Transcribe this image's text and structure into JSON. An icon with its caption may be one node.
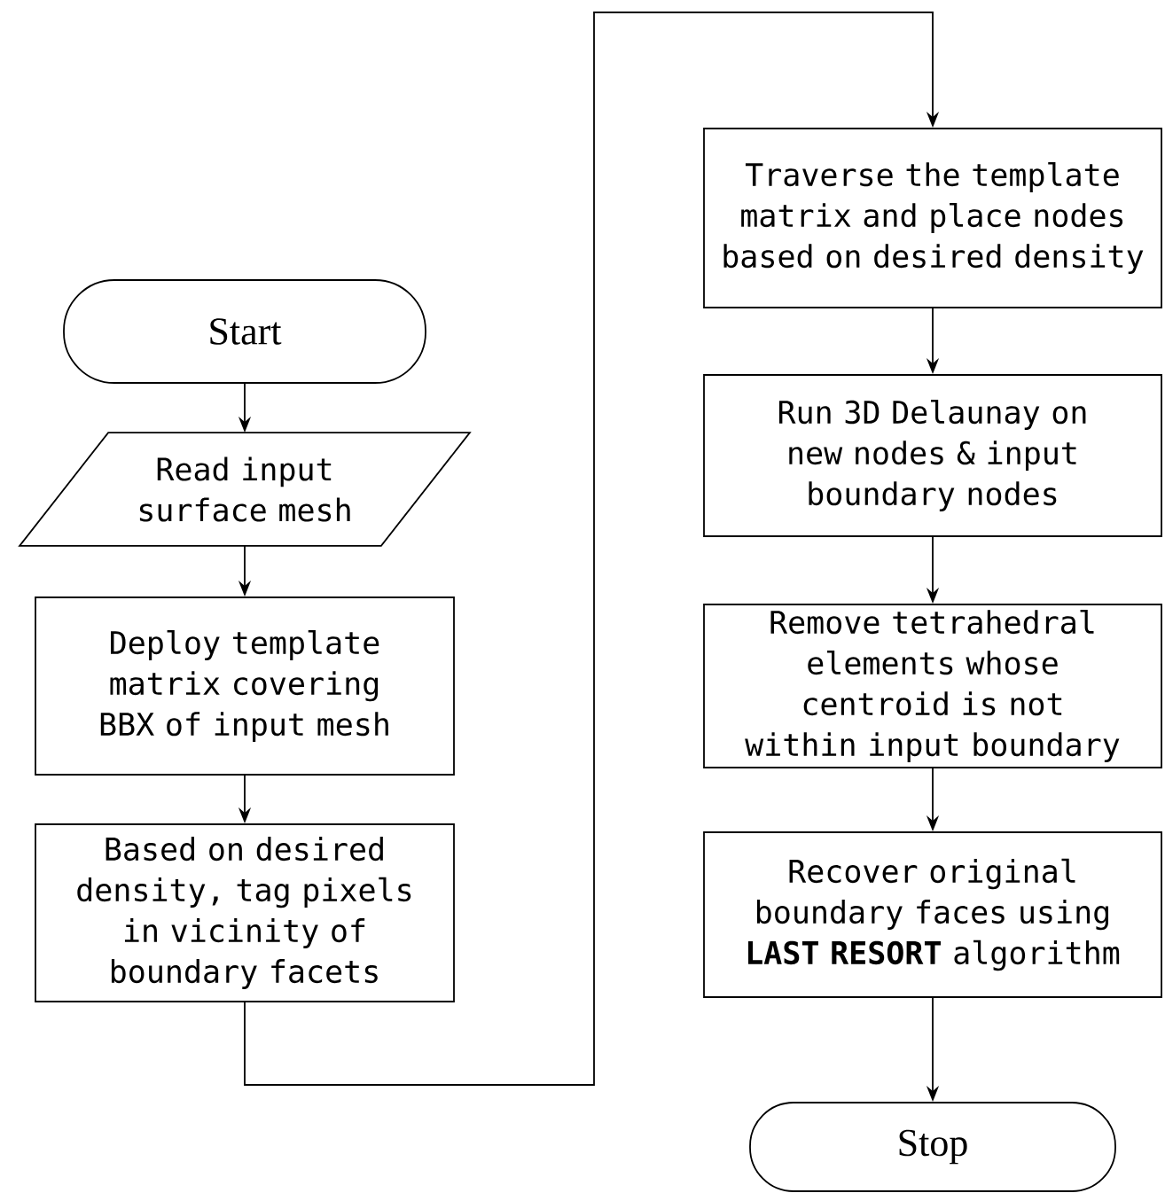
{
  "diagram": {
    "nodes": [
      {
        "text": [
          "Start"
        ]
      },
      {
        "text": [
          "Read input surface mesh"
        ]
      },
      {
        "text": [
          "Deploy template matrix covering BBX of input mesh"
        ]
      },
      {
        "text": [
          "Based on desired density, tag pixels in vicinity of boundary facets"
        ]
      },
      {
        "text": [
          "Traverse the template matrix and place nodes based on desired density"
        ]
      },
      {
        "text": [
          "Run 3D Delaunay on new nodes & input boundary nodes"
        ]
      },
      {
        "text": [
          "Remove tetrahedral elements whose centroid is not within input boundary"
        ]
      },
      {
        "text": [
          "Recover original boundary faces using **LAST RESORT** algorithm"
        ]
      },
      {
        "text": [
          "Stop"
        ]
      }
    ],
    "edges": [
      {
        "from": 0,
        "to": 1,
        "arrow": "to"
      },
      {
        "from": 1,
        "to": 2,
        "arrow": "to"
      },
      {
        "from": 2,
        "to": 3,
        "arrow": "to"
      },
      {
        "from": 3,
        "to": 4,
        "arrow": "to"
      },
      {
        "from": 4,
        "to": 5,
        "arrow": "to"
      },
      {
        "from": 5,
        "to": 6,
        "arrow": "to"
      },
      {
        "from": 6,
        "to": 7,
        "arrow": "to"
      },
      {
        "from": 7,
        "to": 8,
        "arrow": "to"
      }
    ]
  }
}
